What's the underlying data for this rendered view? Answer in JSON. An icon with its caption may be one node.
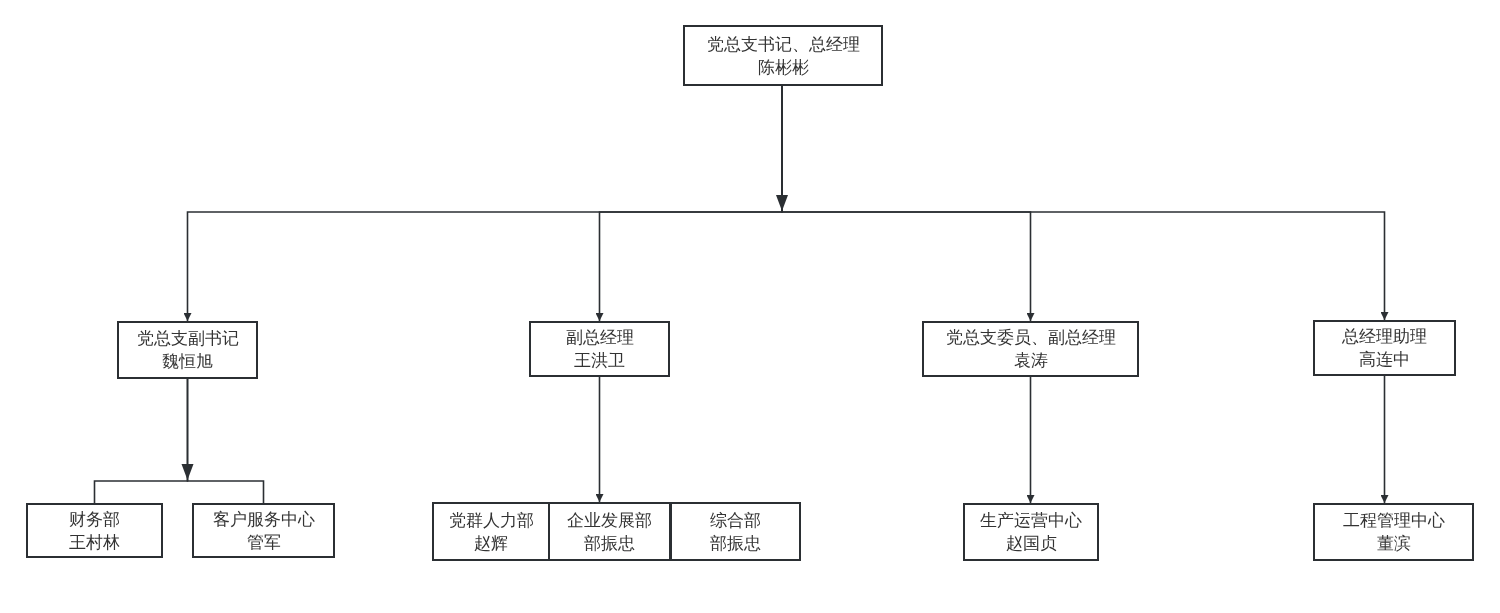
{
  "diagram": {
    "nodes": [
      {
        "text": [
          "党总支书记、总经理",
          "陈彬彬"
        ]
      },
      {
        "text": [
          "党总支副书记",
          "魏恒旭"
        ]
      },
      {
        "text": [
          "副总经理",
          "王洪卫"
        ]
      },
      {
        "text": [
          "党总支委员、副总经理",
          "袁涛"
        ]
      },
      {
        "text": [
          "总经理助理",
          "高连中"
        ]
      },
      {
        "text": [
          "财务部",
          "王村林"
        ]
      },
      {
        "text": [
          "客户服务中心",
          "管军"
        ]
      },
      {
        "text": [
          "党群人力部",
          "赵辉"
        ]
      },
      {
        "text": [
          "企业发展部",
          "部振忠"
        ]
      },
      {
        "text": [
          "综合部",
          "部振忠"
        ]
      },
      {
        "text": [
          "生产运营中心",
          "赵国贞"
        ]
      },
      {
        "text": [
          "工程管理中心",
          "董滨"
        ]
      }
    ],
    "edges": [
      {
        "from": 0,
        "to": 1,
        "arrow": "to"
      },
      {
        "from": 0,
        "to": 2,
        "arrow": "to"
      },
      {
        "from": 0,
        "to": 3,
        "arrow": "to"
      },
      {
        "from": 0,
        "to": 4,
        "arrow": "to"
      },
      {
        "from": 1,
        "to": 5,
        "arrow": "to"
      },
      {
        "from": 1,
        "to": 6,
        "arrow": "to"
      },
      {
        "from": 2,
        "to": 8,
        "arrow": "to"
      },
      {
        "from": 3,
        "to": 10,
        "arrow": "to"
      },
      {
        "from": 4,
        "to": 11,
        "arrow": "to"
      }
    ]
  }
}
